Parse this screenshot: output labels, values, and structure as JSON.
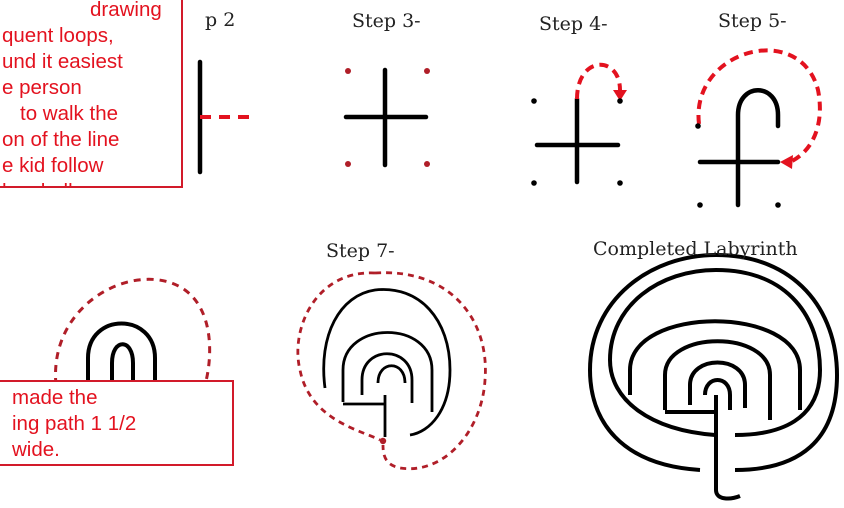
{
  "labels": {
    "step2": "p 2",
    "step3": "Step 3-",
    "step4": "Step 4-",
    "step5": "Step 5-",
    "step7": "Step 7-",
    "completed": "Completed Labyrinth"
  },
  "note_top": {
    "lines": [
      "drawing",
      "quent loops,",
      "und it easiest",
      "e person",
      "to walk the",
      "on of the line",
      "e kid follow",
      "he chalk."
    ]
  },
  "note_bottom": {
    "lines": [
      "made the",
      "ing path 1 1/2",
      "wide."
    ]
  },
  "colors": {
    "line": "#000000",
    "red_dash": "#e3121f",
    "dark_red_dash": "#b01e28",
    "note_border": "#d21a2a"
  }
}
